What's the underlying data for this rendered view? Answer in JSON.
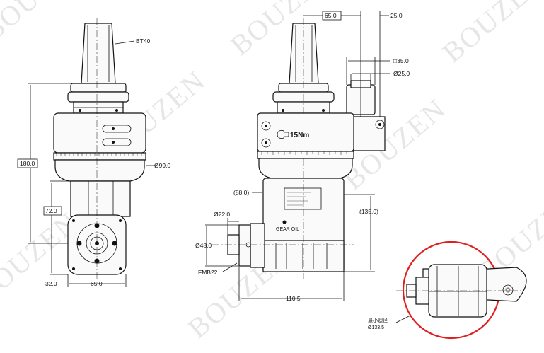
{
  "watermark": "BOUZEN",
  "front_view": {
    "holder": "BT40",
    "overall_height": "180.0",
    "lower_height": "72.0",
    "dia_flange": "Ø99.0",
    "offset": "32.0",
    "width": "65.0"
  },
  "side_view": {
    "top_offset": "65.0",
    "top_right": "25.0",
    "square": "□35.0",
    "pin_dia": "Ø25.0",
    "torque": "15Nm",
    "ref_left": "(88.0)",
    "ref_height": "(135.0)",
    "spindle_dia": "Ø22.0",
    "nut_dia": "Ø48.0",
    "nut": "FMB22",
    "grease": "GEAR OIL",
    "length": "110.5"
  },
  "detail_view": {
    "label_cn": "最小迴径",
    "min_dia": "Ø133.5"
  }
}
